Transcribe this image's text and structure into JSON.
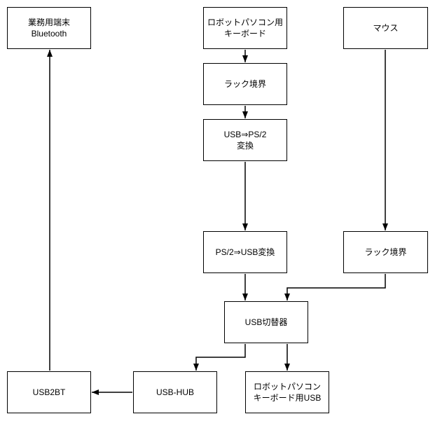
{
  "diagram": {
    "background_color": "#ffffff",
    "stroke_color": "#000000",
    "text_color": "#000000",
    "nodes": {
      "terminal_bluetooth": {
        "label": "業務用端末\nBluetooth"
      },
      "robot_pc_keyboard": {
        "label": "ロボットパソコン用\nキーボード"
      },
      "mouse": {
        "label": "マウス"
      },
      "rack_boundary_top": {
        "label": "ラック境界"
      },
      "usb_to_ps2": {
        "label": "USB⇒PS/2\n変換"
      },
      "ps2_to_usb": {
        "label": "PS/2⇒USB変換"
      },
      "rack_boundary_right": {
        "label": "ラック境界"
      },
      "usb_switch": {
        "label": "USB切替器"
      },
      "usb2bt": {
        "label": "USB2BT"
      },
      "usb_hub": {
        "label": "USB-HUB"
      },
      "robot_pc_keyboard_usb": {
        "label": "ロボットパソコン\nキーボード用USB"
      }
    }
  }
}
